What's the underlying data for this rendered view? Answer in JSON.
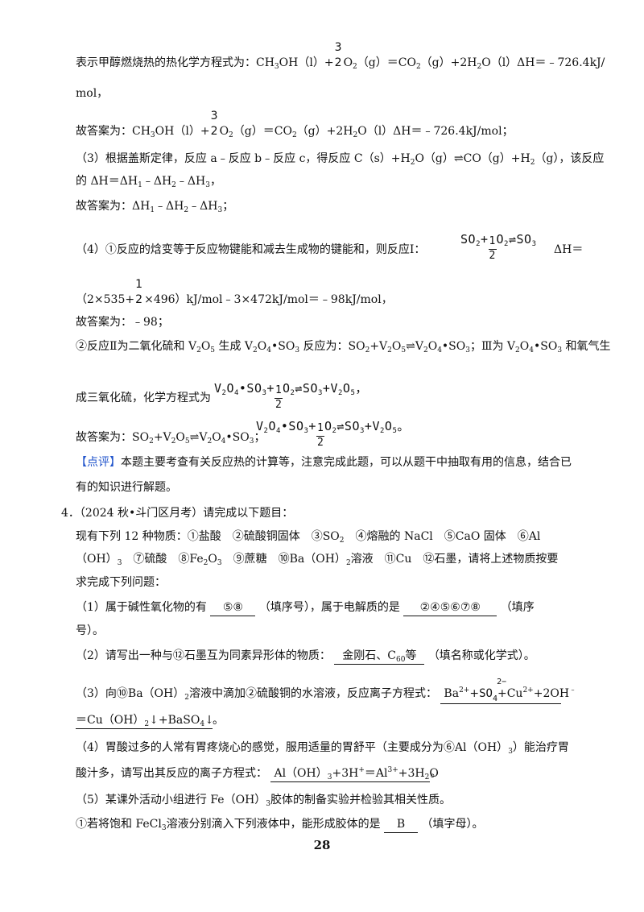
{
  "lines": [
    {
      "id": "l1",
      "parts": [
        "表示甲醇燃烧热的热化学方程式为：CH",
        "3",
        "OH（l）+",
        "3",
        "2",
        "O",
        "2",
        "（g）＝CO",
        "2",
        "（g）+2H",
        "2",
        "O（l）ΔH＝﹣726.4kJ/"
      ]
    },
    {
      "id": "l2",
      "text": "mol，"
    },
    {
      "id": "l3",
      "parts": [
        "故答案为：CH",
        "3",
        "OH（l）+",
        "3",
        "2",
        "O",
        "2",
        "（g）＝CO",
        "2",
        "（g）+2H",
        "2",
        "O（l）ΔH＝﹣726.4kJ/mol；"
      ]
    },
    {
      "id": "l4",
      "parts": [
        "（3）根据盖斯定律，反应 a﹣反应 b﹣反应 c，得反应 C（s）+H",
        "2",
        "O（g）⇌CO（g）+H",
        "2",
        "（g），该反应"
      ]
    },
    {
      "id": "l5",
      "parts": [
        "的 ΔH＝ΔH",
        "1",
        "﹣ΔH",
        "2",
        "﹣ΔH",
        "3",
        "，"
      ]
    },
    {
      "id": "l6",
      "parts": [
        "故答案为：ΔH",
        "1",
        "﹣ΔH",
        "2",
        "﹣ΔH",
        "3",
        "；"
      ]
    },
    {
      "id": "l7",
      "parts": [
        "（4）①反应的焓变等于反应物键能和减去生成物的键能和，则反应Ⅰ：",
        "SO",
        "2",
        "+",
        "1",
        "2",
        "O",
        "2",
        "⇌SO",
        "3",
        "ΔH＝"
      ]
    },
    {
      "id": "l8",
      "parts": [
        "（2×535+",
        "1",
        "2",
        "×496）kJ/mol﹣3×472kJ/mol＝﹣98kJ/mol，"
      ]
    },
    {
      "id": "l9",
      "text": "故答案为：﹣98；"
    },
    {
      "id": "l10",
      "parts": [
        "②反应Ⅱ为二氧化硫和 V",
        "2",
        "O",
        "5",
        " 生成 V",
        "2",
        "O",
        "4",
        "•SO",
        "3",
        " 反应为：SO",
        "2",
        "+V",
        "2",
        "O",
        "5",
        "⇌V",
        "2",
        "O",
        "4",
        "•SO",
        "3",
        "；Ⅲ为 V",
        "2",
        "O",
        "4",
        "•SO",
        "3",
        " 和氧气生"
      ]
    },
    {
      "id": "l11",
      "parts": [
        "成三氧化硫，化学方程式为",
        "V",
        "2",
        "O",
        "4",
        "•SO",
        "3",
        "+",
        "1",
        "2",
        "O",
        "2",
        "⇌SO",
        "3",
        "+V",
        "2",
        "O",
        "5",
        "，"
      ]
    },
    {
      "id": "l12",
      "parts": [
        "故答案为：SO",
        "2",
        "+V",
        "2",
        "O",
        "5",
        "⇌V",
        "2",
        "O",
        "4",
        "•SO",
        "3",
        "；",
        "V",
        "2",
        "O",
        "4",
        "•SO",
        "3",
        "+",
        "1",
        "2",
        "O",
        "2",
        "⇌SO",
        "3",
        "+V",
        "2",
        "O",
        "5",
        "。"
      ]
    },
    {
      "id": "l13",
      "tag": "【点评】",
      "text": "本题主要考查有关反应热的计算等，注意完成此题，可以从题干中抽取有用的信息，结合已"
    },
    {
      "id": "l14",
      "text": "有的知识进行解题。"
    },
    {
      "id": "l15",
      "text": "4．（2024 秋•斗门区月考）请完成以下题目："
    },
    {
      "id": "l16",
      "text": "现有下列 12 种物质：①盐酸　②硫酸铜固体　③SO"
    },
    {
      "id": "l17",
      "text": "（OH）"
    },
    {
      "id": "l18",
      "text": "求完成下列问题："
    },
    {
      "id": "l19",
      "pre": "（1）属于碱性氧化物的有",
      "blank1": "⑤⑧",
      "mid": "（填序号），属于电解质的是",
      "blank2": "②④⑤⑥⑦⑧",
      "post": "（填序"
    },
    {
      "id": "l20",
      "text": "号）。"
    },
    {
      "id": "l21",
      "pre": "（2）请写出一种与⑫石墨互为同素异形体的物质：",
      "blank1": "金刚石、C",
      "blank1b": "60",
      "blank1c": "等",
      "post": "（填名称或化学式）。"
    },
    {
      "id": "l22",
      "pre": "（3）向⑩Ba（OH）",
      "s1": "2",
      "mid": "溶液中滴加②硫酸铜的水溶液，反应离子方程式：",
      "b1": "Ba",
      "b1sup": "2+",
      "b2": "+Cu",
      "b2sup": "2+",
      "b3": "+2OH",
      "b3sup": "﹣"
    },
    {
      "id": "l23",
      "b1": "＝Cu（OH）",
      "s1": "2",
      "b2": "↓+BaSO",
      "s2": "4",
      "b3": "↓",
      "post": "。"
    },
    {
      "id": "l24",
      "text": "（4）胃酸过多的人常有胃疼烧心的感觉，服用适量的胃舒平（主要成分为⑥Al（OH）"
    },
    {
      "id": "l25",
      "pre": "酸汁多，请写出其反应的离子方程式：",
      "b1": "Al（OH）",
      "s1": "3",
      "b2": "+3H",
      "sup1": "+",
      "b3": "＝Al",
      "sup2": "3+",
      "b4": "+3H",
      "s2": "2",
      "b5": "O",
      "post": "。"
    },
    {
      "id": "l26",
      "text": "（5）某课外活动小组进行 Fe（OH）"
    },
    {
      "id": "l27",
      "pre": "①若将饱和 FeCl",
      "s1": "3",
      "mid": "溶液分别滴入下列液体中，能形成胶体的是",
      "blank1": "B",
      "post": "（填字母）。"
    }
  ],
  "line16_rest": "④熔融的 NaCl　⑤CaO 固体　⑥Al",
  "line17_rest": "⑦硫酸　⑧Fe",
  "line17_rest2": "O",
  "line17_rest3": "⑨蔗糖　⑩Ba（OH）",
  "line17_rest4": "溶液　⑪Cu　⑫石墨，请将上述物质按要",
  "line24_rest": "）能治疗胃",
  "line26_rest": "胶体的制备实验并检验其相关性质。",
  "page_number": "28"
}
